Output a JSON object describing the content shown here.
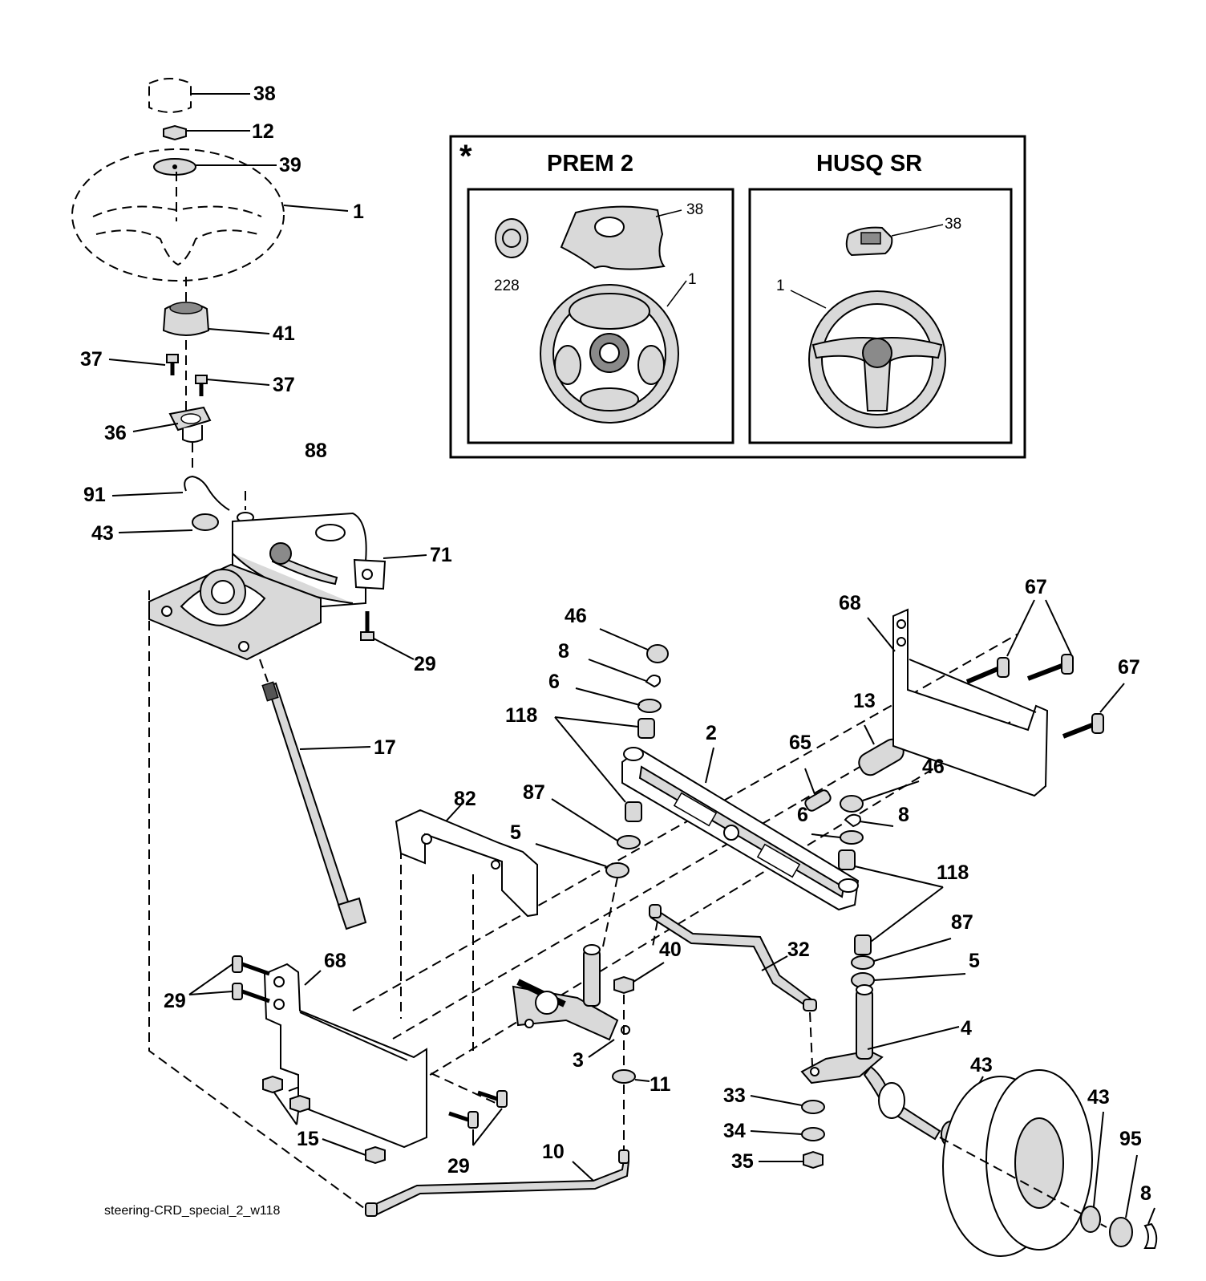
{
  "diagram": {
    "caption": "steering-CRD_special_2_w118",
    "inset": {
      "asterisk": "*",
      "left_title": "PREM 2",
      "right_title": "HUSQ SR",
      "left_labels": {
        "emblem": "228",
        "cover": "38",
        "wheel": "1"
      },
      "right_labels": {
        "cover": "38",
        "wheel": "1"
      }
    },
    "callouts": {
      "c38": "38",
      "c12": "12",
      "c39": "39",
      "c1": "1",
      "c41": "41",
      "c37a": "37",
      "c37b": "37",
      "c36": "36",
      "c88": "88",
      "c91": "91",
      "c43a": "43",
      "c71": "71",
      "c29a": "29",
      "c17": "17",
      "c46a": "46",
      "c8a": "8",
      "c6a": "6",
      "c118a": "118",
      "c87a": "87",
      "c5a": "5",
      "c82": "82",
      "c2": "2",
      "c65": "65",
      "c13": "13",
      "c46b": "46",
      "c6b": "6",
      "c8b": "8",
      "c68a": "68",
      "c67a": "67",
      "c67b": "67",
      "c118b": "118",
      "c87b": "87",
      "c5b": "5",
      "c40": "40",
      "c32": "32",
      "c3": "3",
      "c11": "11",
      "c4": "4",
      "c29b": "29",
      "c68b": "68",
      "c15": "15",
      "c29c": "29",
      "c10": "10",
      "c33": "33",
      "c34": "34",
      "c35": "35",
      "c43b": "43",
      "c43c": "43",
      "c95": "95",
      "c8c": "8"
    }
  }
}
